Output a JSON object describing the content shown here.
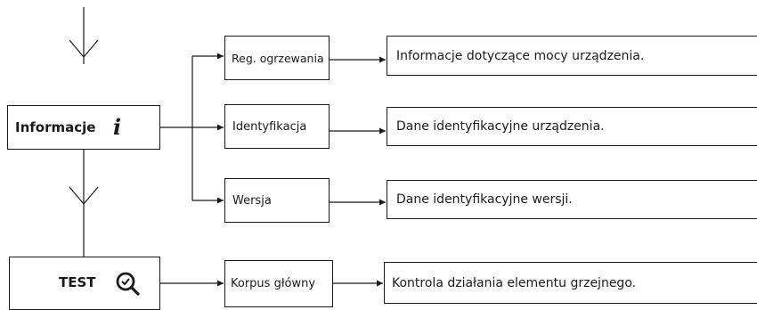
{
  "main_items": [
    {
      "label": "Informacje",
      "icon": "info-icon",
      "icon_glyph": "i"
    },
    {
      "label": "TEST",
      "icon": "magnifier-icon"
    }
  ],
  "sub_items": [
    {
      "label": "Reg. ogrzewania",
      "description": "Informacje dotyczące mocy urządzenia."
    },
    {
      "label": "Identyfikacja",
      "description": "Dane identyfikacyjne urządzenia."
    },
    {
      "label": "Wersja",
      "description": "Dane identyfikacyjne wersji."
    },
    {
      "label": "Korpus główny",
      "description": "Kontrola działania elementu grzejnego."
    }
  ],
  "colors": {
    "stroke": "#1a1a1a",
    "background": "#ffffff"
  }
}
